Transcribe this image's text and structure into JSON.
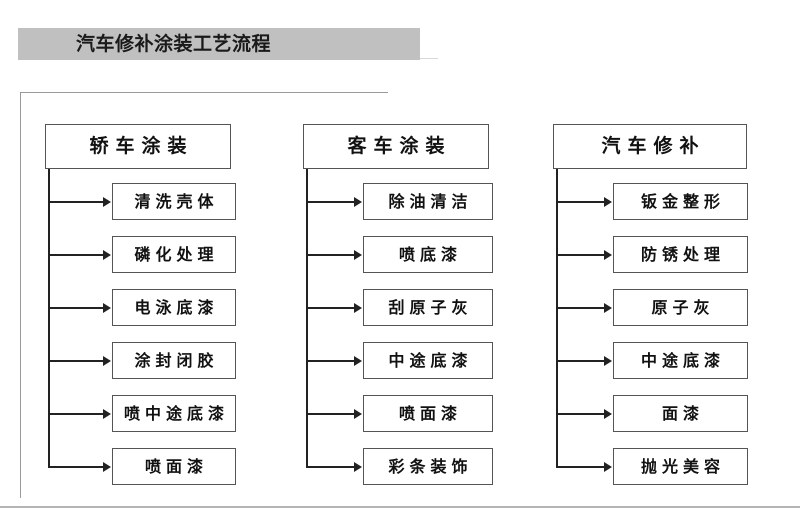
{
  "page": {
    "title": "汽车修补涂装工艺流程",
    "title_bar_color": "#c0c0c0",
    "frame_color": "#9a9a9a",
    "box_border_color": "#555555",
    "connector_color": "#222222",
    "background_color": "#ffffff"
  },
  "columns": [
    {
      "id": "sedan-coating",
      "header": "轿车涂装",
      "items": [
        {
          "label": "清洗壳体"
        },
        {
          "label": "磷化处理"
        },
        {
          "label": "电泳底漆"
        },
        {
          "label": "涂封闭胶"
        },
        {
          "label": "喷中途底漆"
        },
        {
          "label": "喷面漆"
        }
      ]
    },
    {
      "id": "bus-coating",
      "header": "客车涂装",
      "items": [
        {
          "label": "除油清洁"
        },
        {
          "label": "喷底漆"
        },
        {
          "label": "刮原子灰"
        },
        {
          "label": "中途底漆"
        },
        {
          "label": "喷面漆"
        },
        {
          "label": "彩条装饰"
        }
      ]
    },
    {
      "id": "auto-refinish",
      "header": "汽车修补",
      "items": [
        {
          "label": "钣金整形"
        },
        {
          "label": "防锈处理"
        },
        {
          "label": "原子灰"
        },
        {
          "label": "中途底漆"
        },
        {
          "label": "面漆"
        },
        {
          "label": "抛光美容"
        }
      ]
    }
  ]
}
